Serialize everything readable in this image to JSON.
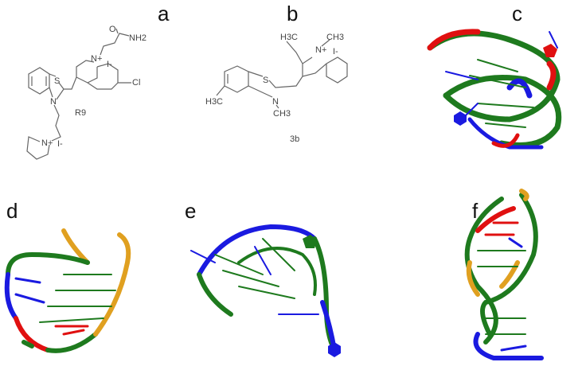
{
  "panels": {
    "a": {
      "label": "a",
      "compound": "R9",
      "atoms": {
        "O": "O",
        "NH2": "NH2",
        "Nplus": "N+",
        "I1": "I-",
        "Cl": "Cl",
        "S": "S",
        "N": "N",
        "Npyr": "N+",
        "I2": "I-"
      }
    },
    "b": {
      "label": "b",
      "compound": "3b",
      "atoms": {
        "H3C_top": "H3C",
        "CH3_top": "CH3",
        "Nplus": "N+",
        "I": "I-",
        "S": "S",
        "H3C_left": "H3C",
        "N": "N",
        "CH3_bottom": "CH3"
      }
    },
    "c": {
      "label": "c"
    },
    "d": {
      "label": "d"
    },
    "e": {
      "label": "e"
    },
    "f": {
      "label": "f"
    }
  },
  "colors": {
    "green": "#1e7a1e",
    "blue": "#1a1ae0",
    "red": "#e01010",
    "orange": "#e0a020"
  }
}
